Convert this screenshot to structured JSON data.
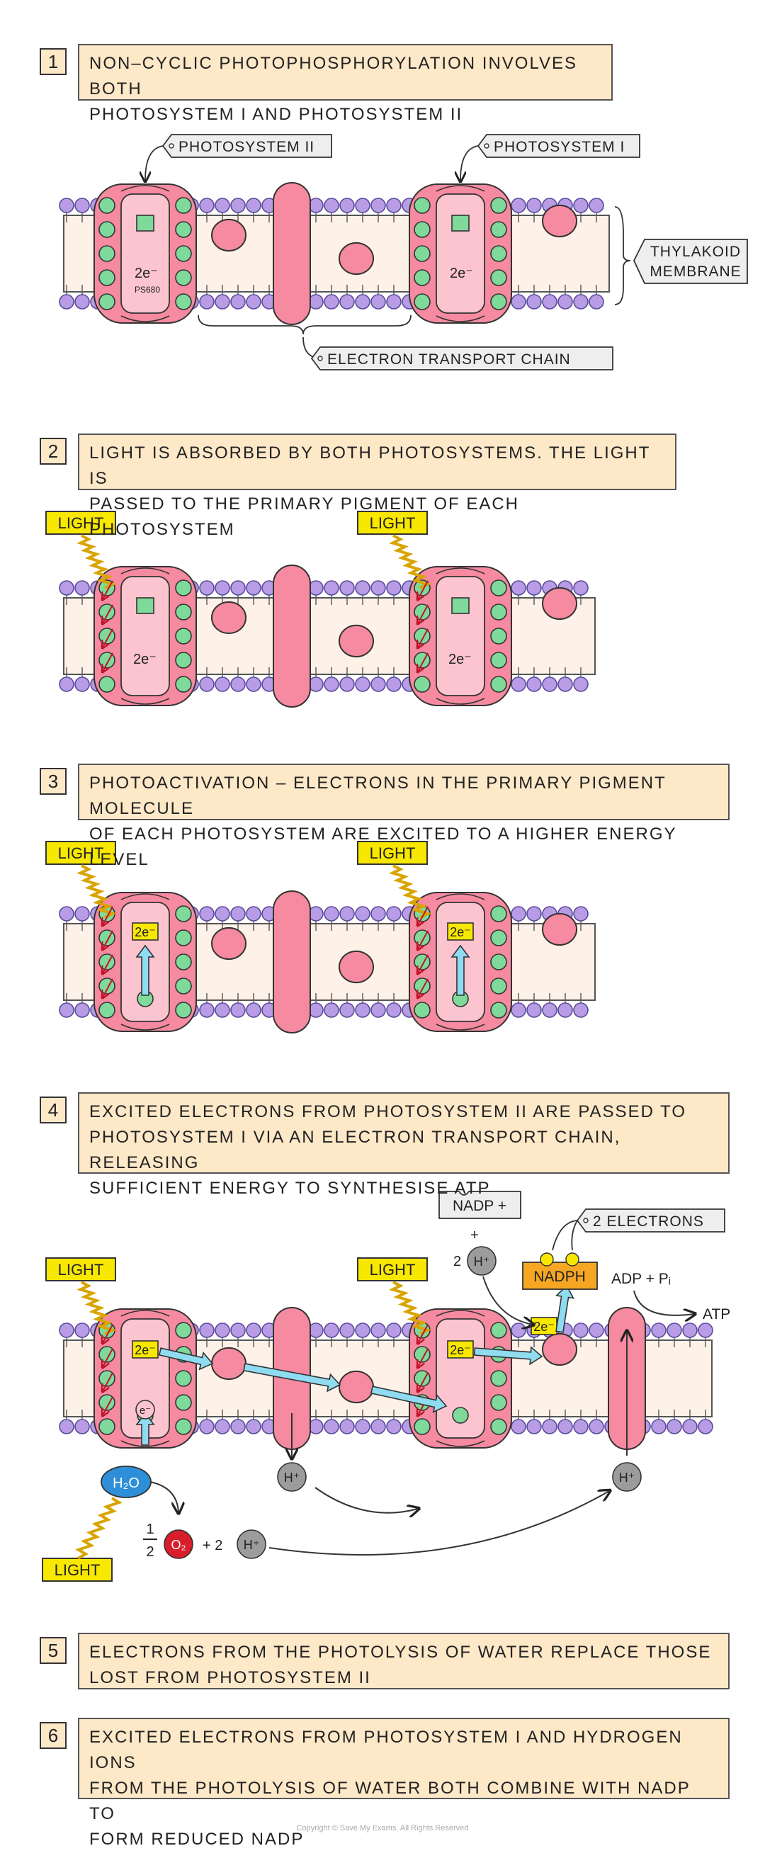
{
  "steps": [
    {
      "number": "1",
      "text": "NON–CYCLIC PHOTOPHOSPHORYLATION INVOLVES BOTH\nPHOTOSYSTEM I AND PHOTOSYSTEM II"
    },
    {
      "number": "2",
      "text": "LIGHT IS ABSORBED BY BOTH PHOTOSYSTEMS. THE LIGHT IS\nPASSED TO THE PRIMARY PIGMENT OF EACH PHOTOSYSTEM"
    },
    {
      "number": "3",
      "text": "PHOTOACTIVATION – ELECTRONS IN THE PRIMARY PIGMENT MOLECULE\nOF EACH PHOTOSYSTEM ARE EXCITED TO A HIGHER ENERGY LEVEL"
    },
    {
      "number": "4",
      "text": "EXCITED ELECTRONS FROM PHOTOSYSTEM II ARE PASSED TO\nPHOTOSYSTEM I VIA AN ELECTRON TRANSPORT CHAIN, RELEASING\nSUFFICIENT ENERGY TO SYNTHESISE ATP"
    },
    {
      "number": "5",
      "text": "ELECTRONS FROM THE PHOTOLYSIS OF WATER REPLACE THOSE\nLOST FROM PHOTOSYSTEM II"
    },
    {
      "number": "6",
      "text": "EXCITED ELECTRONS FROM PHOTOSYSTEM I AND HYDROGEN IONS\nFROM THE PHOTOLYSIS OF WATER BOTH COMBINE WITH NADP TO\nFORM REDUCED NADP"
    }
  ],
  "labels": {
    "photosystem_2": "PHOTOSYSTEM II",
    "photosystem_1": "PHOTOSYSTEM I",
    "thylakoid_line1": "THYLAKOID",
    "thylakoid_line2": "MEMBRANE",
    "etc": "ELECTRON TRANSPORT CHAIN",
    "light": "LIGHT",
    "electron_pair": "2e⁻",
    "electron": "e⁻",
    "ps680": "PS680",
    "nadp_plus": "NADP +",
    "plus": "+",
    "two": "2",
    "h_plus": "H⁺",
    "nadph": "NADPH",
    "two_electrons": "2 ELECTRONS",
    "adp_pi": "ADP + Pᵢ",
    "atp": "ATP",
    "water": "H₂O",
    "oxygen": "O₂",
    "half_num": "1",
    "half_den": "2",
    "plus_two": "+ 2",
    "copyright": "Copyright © Save My Exams. All Rights Reserved"
  },
  "colors": {
    "box_fill": "#fde8c8",
    "membrane_fill": "#fdf1e8",
    "phospholipid": "#b89ce6",
    "protein": "#f58aa0",
    "protein_inner": "#fbc4cf",
    "pigment": "#7fd99a",
    "light_label": "#f8e800",
    "nadph": "#f5a623",
    "arrow_cyan": "#8fdcf0",
    "water": "#2e8fd8",
    "oxygen": "#d81e2a",
    "hion": "#9c9c9c"
  }
}
